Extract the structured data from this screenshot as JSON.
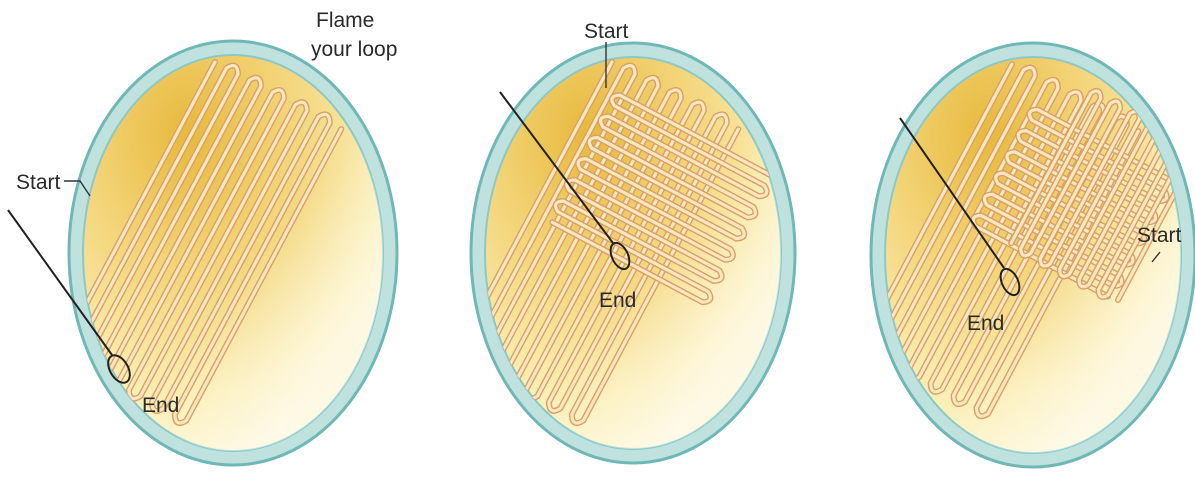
{
  "labels": {
    "flame_line1": "Flame",
    "flame_line2": "your loop",
    "plate1_start": "Start",
    "plate1_end": "End",
    "plate2_start": "Start",
    "plate2_end": "End",
    "plate3_start": "Start",
    "plate3_end": "End"
  },
  "colors": {
    "rim": "#bfe2df",
    "rim_stroke": "#6fb8b6",
    "agar_light": "#fdf7d3",
    "agar_mid": "#f6e296",
    "agar_dark": "#e7b93c",
    "streak_fill": "#fbe7bf",
    "streak_stroke": "#d9a066",
    "loop_wire": "#222222",
    "text": "#2a2a2a"
  },
  "plates": [
    {
      "name": "plate-1",
      "sections_streaked": 1
    },
    {
      "name": "plate-2",
      "sections_streaked": 2
    },
    {
      "name": "plate-3",
      "sections_streaked": 3
    }
  ]
}
